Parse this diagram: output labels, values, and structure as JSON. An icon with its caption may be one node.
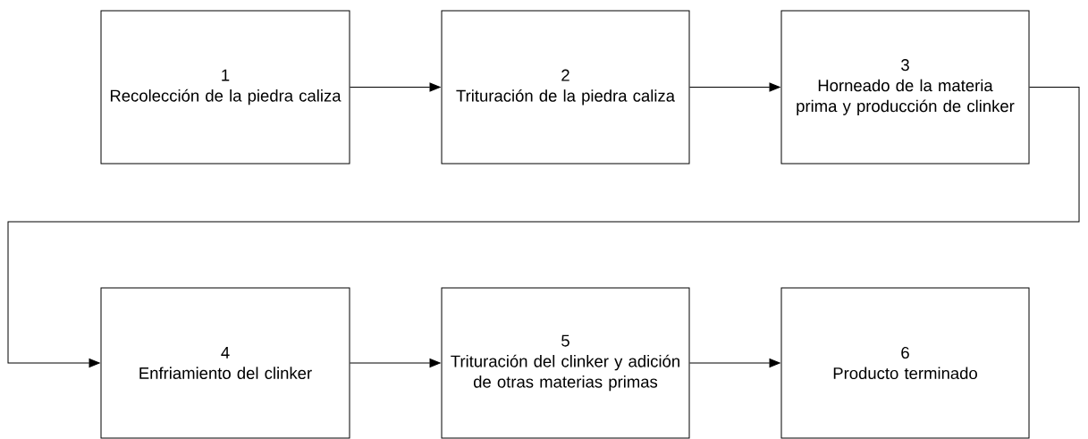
{
  "diagram": {
    "nodes": [
      {
        "text": [
          "1",
          "Recolección de la piedra caliza"
        ]
      },
      {
        "text": [
          "2",
          "Trituración de la piedra caliza"
        ]
      },
      {
        "text": [
          "3",
          "Horneado de la materia prima y producción de clinker"
        ]
      },
      {
        "text": [
          "4",
          "Enfriamiento del clinker"
        ]
      },
      {
        "text": [
          "5",
          "Trituración del clinker y adición de otras materias primas"
        ]
      },
      {
        "text": [
          "6",
          "Producto terminado"
        ]
      }
    ],
    "edges": [
      {
        "from": 0,
        "to": 1,
        "arrow": "to"
      },
      {
        "from": 1,
        "to": 2,
        "arrow": "to"
      },
      {
        "from": 2,
        "to": 3,
        "arrow": "to"
      },
      {
        "from": 3,
        "to": 4,
        "arrow": "to"
      },
      {
        "from": 4,
        "to": 5,
        "arrow": "to"
      }
    ]
  }
}
